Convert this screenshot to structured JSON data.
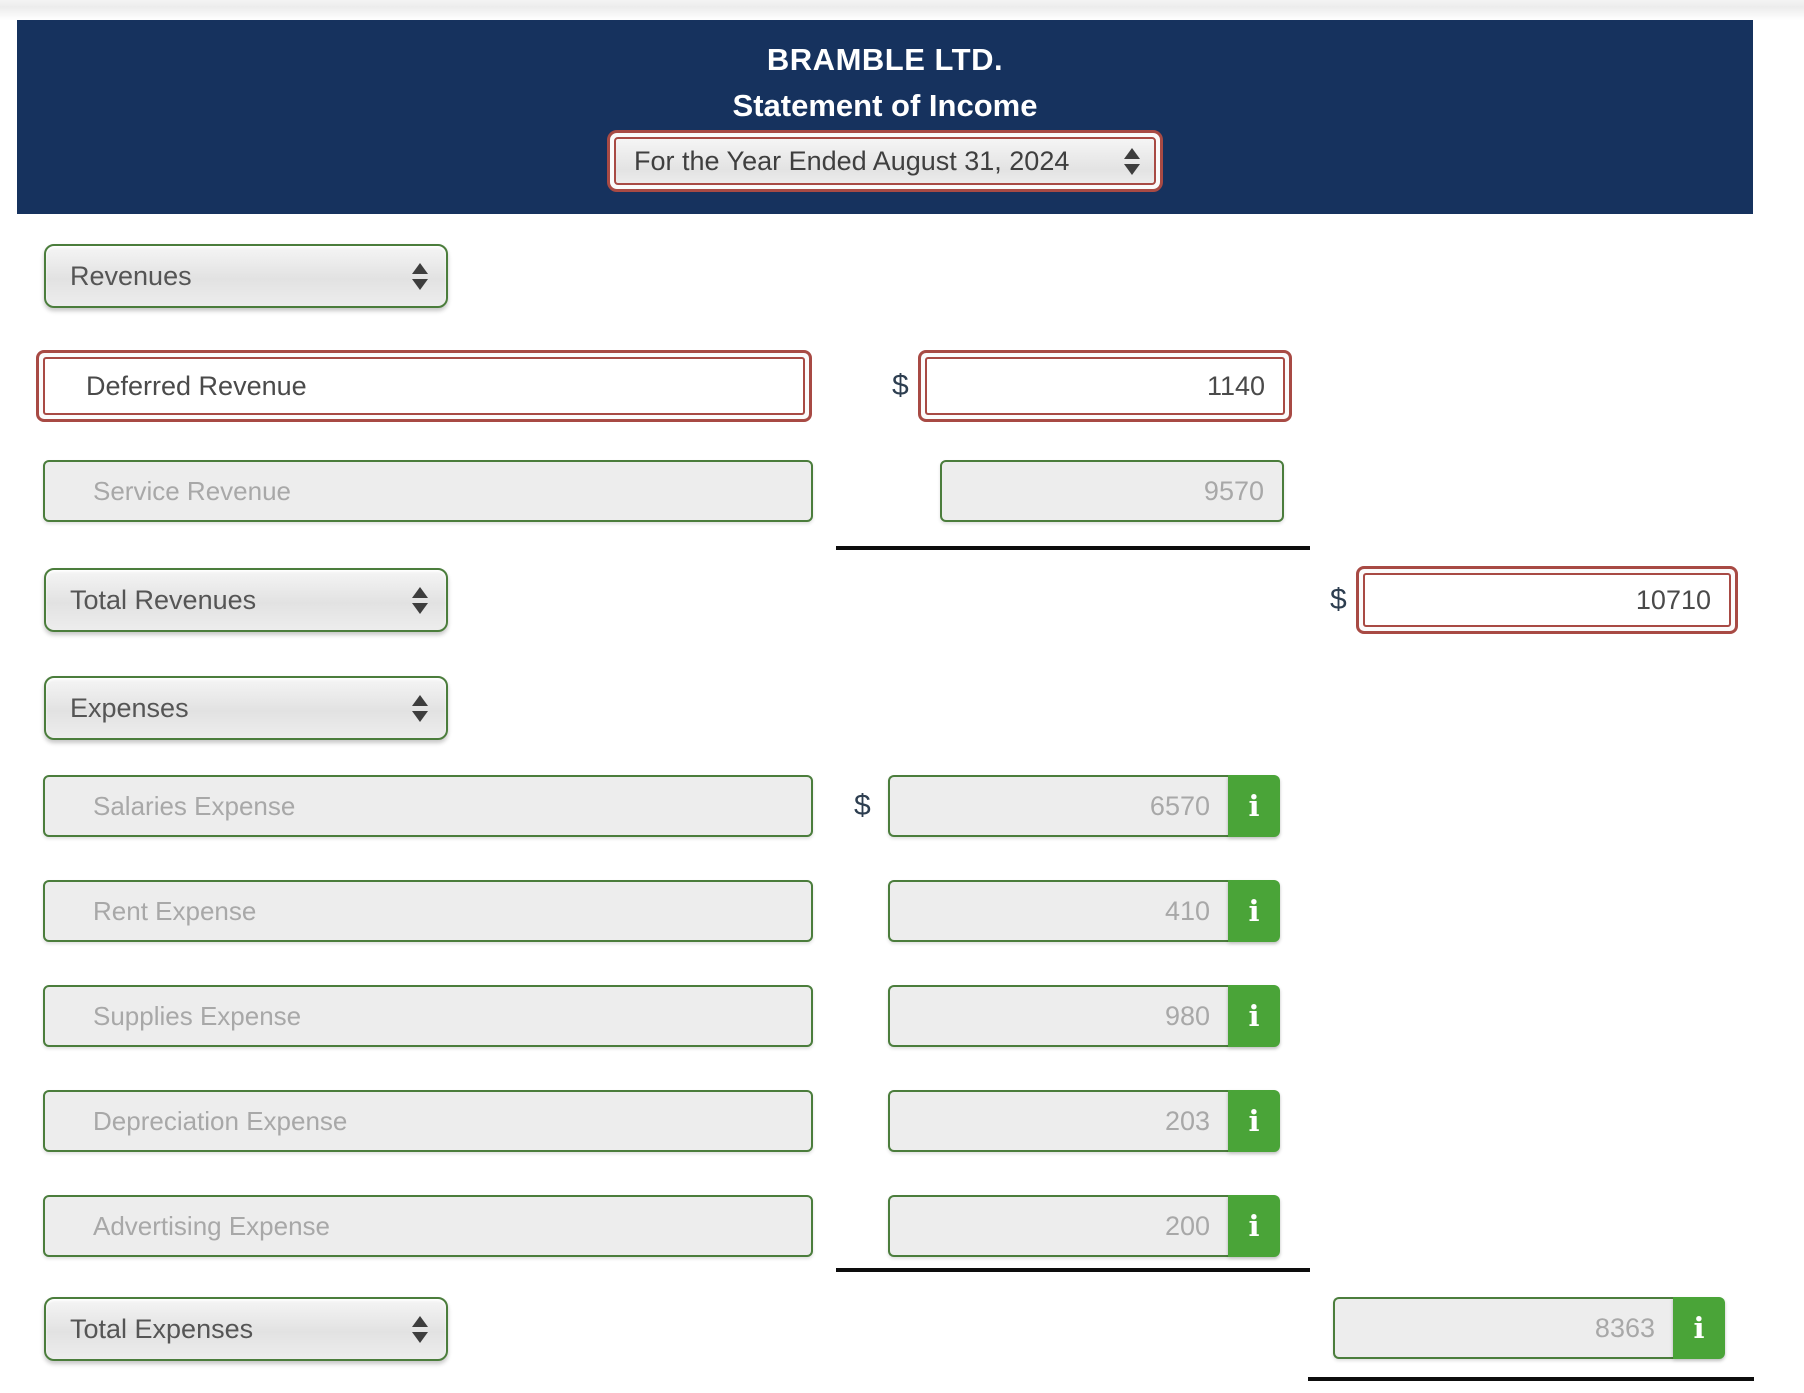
{
  "header": {
    "company": "BRAMBLE LTD.",
    "statement": "Statement of Income",
    "period": "For the Year Ended August 31, 2024"
  },
  "revenues": {
    "section_label": "Revenues",
    "rows": [
      {
        "label": "Deferred Revenue",
        "value": "1140",
        "currency": "$"
      },
      {
        "label": "Service Revenue",
        "value": "9570",
        "currency": ""
      }
    ],
    "total_label": "Total Revenues",
    "total_value": "10710",
    "total_currency": "$"
  },
  "expenses": {
    "section_label": "Expenses",
    "rows": [
      {
        "label": "Salaries Expense",
        "value": "6570",
        "currency": "$"
      },
      {
        "label": "Rent Expense",
        "value": "410",
        "currency": ""
      },
      {
        "label": "Supplies Expense",
        "value": "980",
        "currency": ""
      },
      {
        "label": "Depreciation Expense",
        "value": "203",
        "currency": ""
      },
      {
        "label": "Advertising Expense",
        "value": "200",
        "currency": ""
      }
    ],
    "total_label": "Total Expenses",
    "total_value": "8363"
  },
  "icons": {
    "info": "i"
  },
  "colors": {
    "header_bg": "#16325e",
    "green_border": "#4b7d3c",
    "info_green": "#4aa438",
    "highlight_red": "#a84a44",
    "rule_black": "#0d0d0d"
  }
}
